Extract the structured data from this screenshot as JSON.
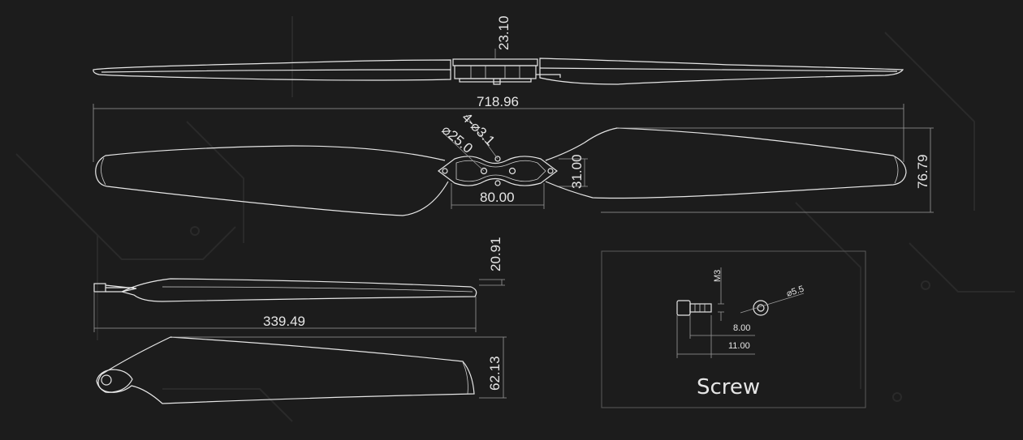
{
  "colors": {
    "background": "#1c1c1c",
    "line": "#e6e6e6",
    "dimension": "#9a9a9a"
  },
  "dimensions": {
    "hub_height": "23.10",
    "total_length": "718.96",
    "hole_spec": "4-⌀3.1",
    "hub_diameter": "⌀25.0",
    "hub_width": "80.00",
    "hub_depth": "31.00",
    "max_chord": "76.79",
    "blade_thickness": "20.91",
    "blade_length": "339.49",
    "blade_chord": "62.13"
  },
  "screw": {
    "title": "Screw",
    "thread": "M3",
    "washer_diameter": "⌀5.5",
    "shank_length": "8.00",
    "total_length": "11.00"
  }
}
